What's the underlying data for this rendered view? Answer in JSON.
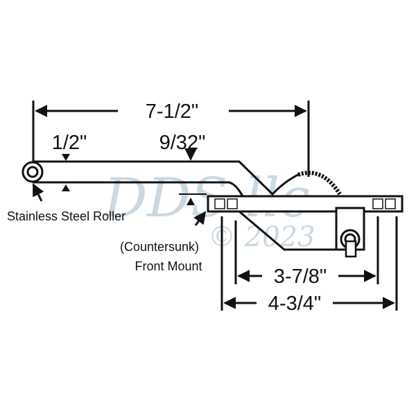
{
  "dimensions": {
    "overall_length": "7-1/2\"",
    "roller_offset": "1/2\"",
    "arm_offset": "9/32\"",
    "hole_spacing": "3-7/8\"",
    "base_length": "4-3/4\""
  },
  "labels": {
    "roller": "Stainless Steel Roller",
    "mount_line1": "(Countersunk)",
    "mount_line2": "Front Mount"
  },
  "watermark": {
    "brand": "DDS llc",
    "copyright": "© 2023"
  },
  "colors": {
    "line": "#111111",
    "watermark": "#b9ccd8"
  }
}
